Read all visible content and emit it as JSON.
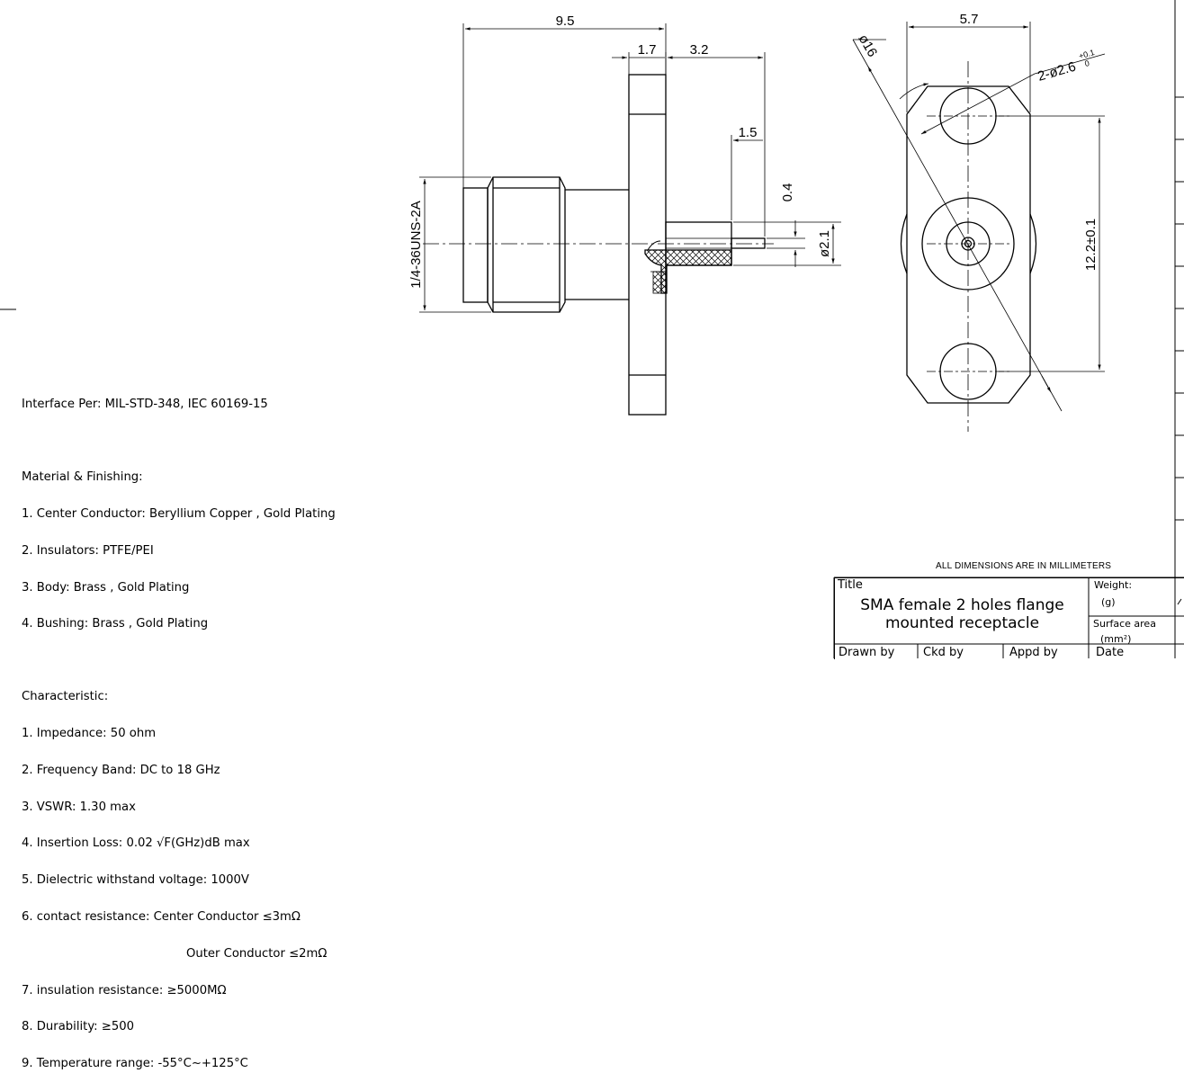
{
  "drawing": {
    "dims": {
      "overall_length": "9.5",
      "flange_thickness": "1.7",
      "pin_projection": "3.2",
      "pin_extension": "1.5",
      "pin_diameter": "0.4",
      "insulator_diameter": "ø2.1",
      "thread": "1/4-36UNS-2A",
      "front_width": "5.7",
      "bolt_circle": "ø16",
      "hole_spec": "2-ø2.6",
      "hole_tol_upper": "+0.1",
      "hole_tol_lower": "0",
      "hole_spacing": "12.2±0.1"
    },
    "units_note": "ALL DIMENSIONS ARE IN MILLIMETERS"
  },
  "notes": {
    "interface": "Interface Per: MIL-STD-348, IEC 60169-15",
    "material_heading": "Material & Finishing:",
    "material_items": [
      "1. Center Conductor: Beryllium Copper , Gold Plating",
      "2. Insulators: PTFE/PEI",
      "3. Body: Brass , Gold Plating",
      "4. Bushing: Brass , Gold Plating"
    ],
    "characteristic_heading": "Characteristic:",
    "characteristic_items": [
      "1. Impedance: 50 ohm",
      "2. Frequency Band: DC to 18 GHz",
      "3. VSWR: 1.30 max",
      "4. Insertion Loss: 0.02 √F(GHz)dB max",
      "5. Dielectric withstand voltage: 1000V",
      "6. contact resistance: Center Conductor ≤3mΩ"
    ],
    "contact_resistance_cont": "Outer Conductor ≤2mΩ",
    "characteristic_items_2": [
      "7. insulation resistance: ≥5000MΩ",
      "8. Durability: ≥500",
      "9. Temperature range: -55°C~+125°C"
    ]
  },
  "title_block": {
    "title_label": "Title",
    "title_line1": "SMA female 2 holes flange",
    "title_line2": "mounted receptacle",
    "weight_label": "Weight:",
    "weight_unit": "(g)",
    "surface_label": "Surface area",
    "surface_unit": "(mm²)",
    "drawn_by": "Drawn by",
    "ckd_by": "Ckd by",
    "appd_by": "Appd by",
    "date": "Date"
  }
}
